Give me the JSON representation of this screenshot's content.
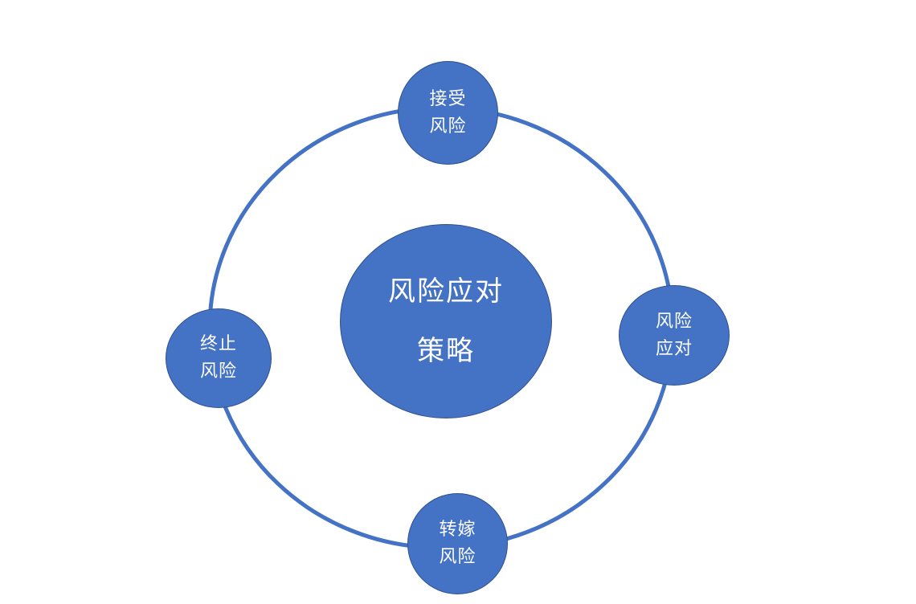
{
  "colors": {
    "node_fill": "#4472c4",
    "node_border": "#2f528f",
    "ring_stroke": "#4472c4",
    "text": "#ffffff",
    "background": "#ffffff"
  },
  "center": {
    "line1": "风险应对",
    "line2": "策略"
  },
  "nodes": {
    "accept": {
      "line1": "接受",
      "line2": "风险"
    },
    "respond": {
      "line1": "风险",
      "line2": "应对"
    },
    "terminate": {
      "line1": "终止",
      "line2": "风险"
    },
    "transfer": {
      "line1": "转嫁",
      "line2": "风险"
    }
  }
}
